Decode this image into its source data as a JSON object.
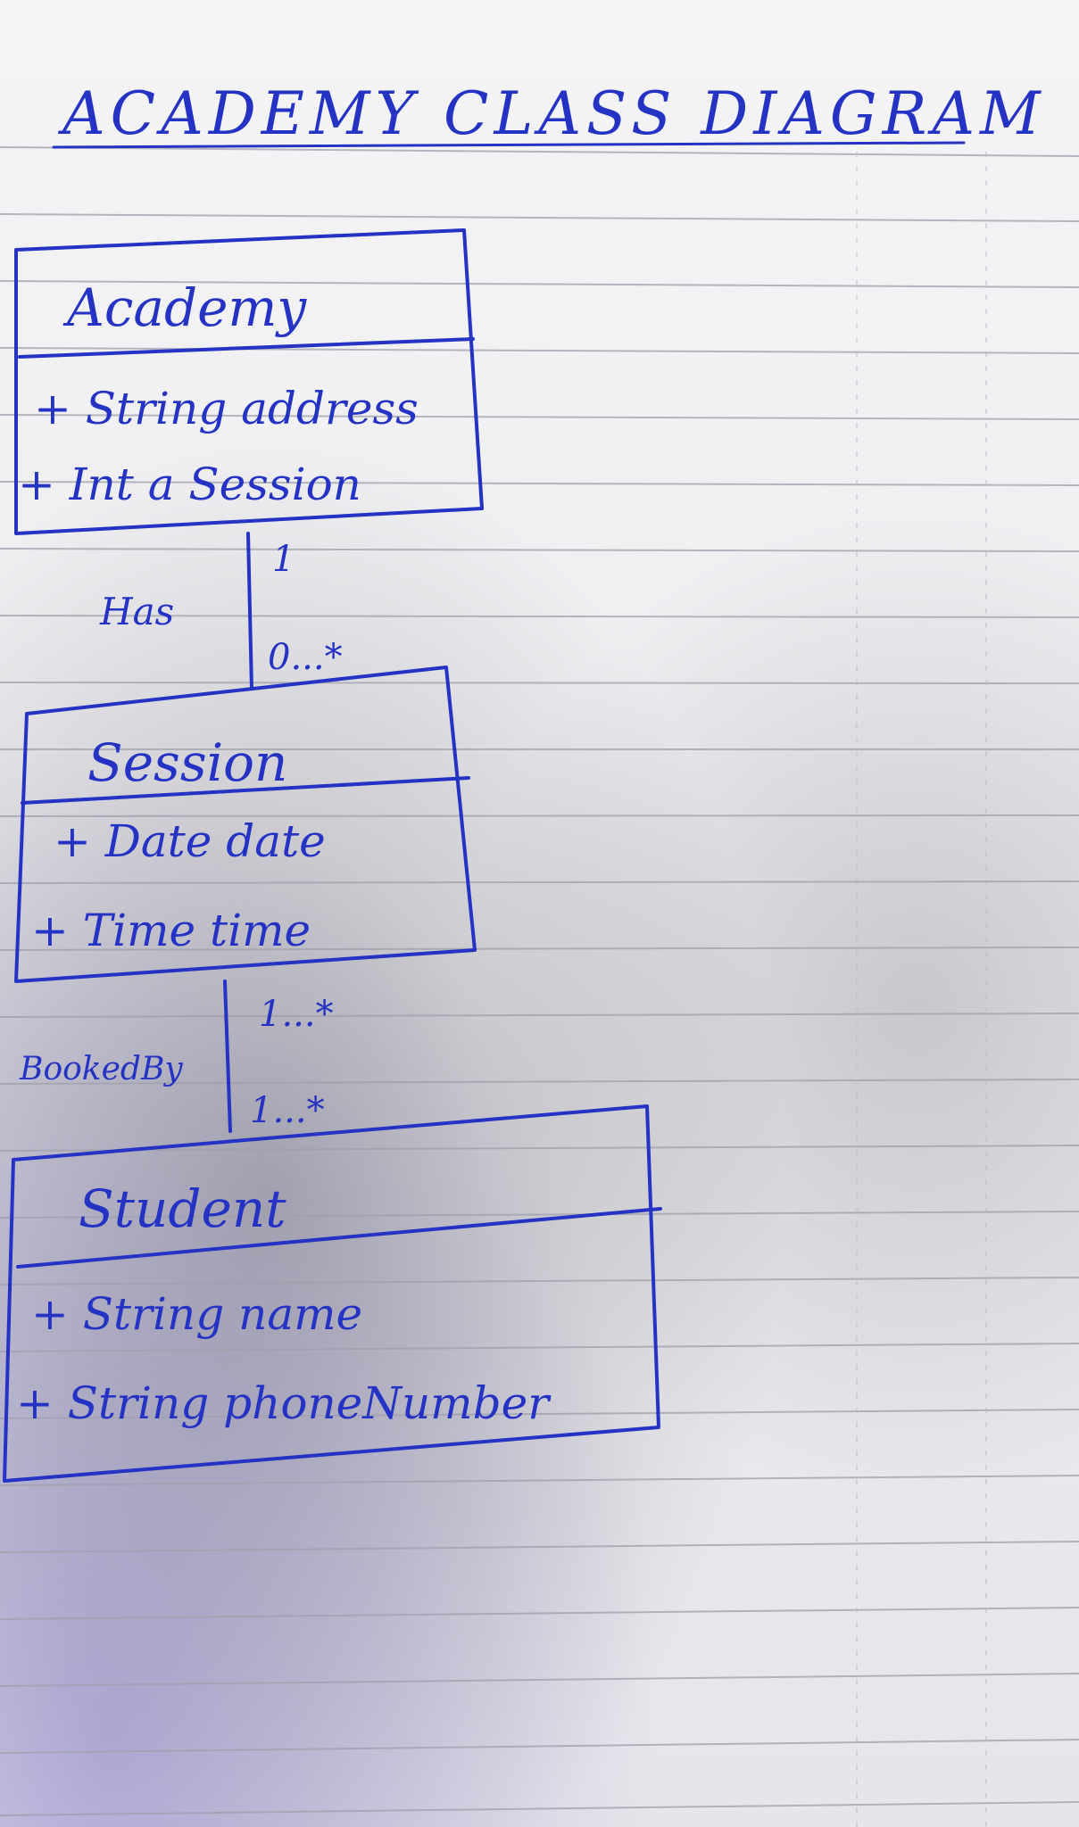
{
  "title": "ACADEMY CLASS DIAGRAM",
  "classes": [
    {
      "name": "Academy",
      "attributes": [
        "+ String address",
        "+ Int a Session"
      ]
    },
    {
      "name": "Session",
      "attributes": [
        "+ Date date",
        "+ Time time"
      ]
    },
    {
      "name": "Student",
      "attributes": [
        "+ String name",
        "+ String phoneNumber"
      ]
    }
  ],
  "associations": [
    {
      "label": "Has",
      "from_multiplicity": "1",
      "to_multiplicity": "0...*"
    },
    {
      "label": "BookedBy",
      "from_multiplicity": "1...*",
      "to_multiplicity": "1...*"
    }
  ],
  "colors": {
    "ink": "#2433c4",
    "paper": "#ecebf0",
    "rule_line": "#9fa0ac"
  }
}
